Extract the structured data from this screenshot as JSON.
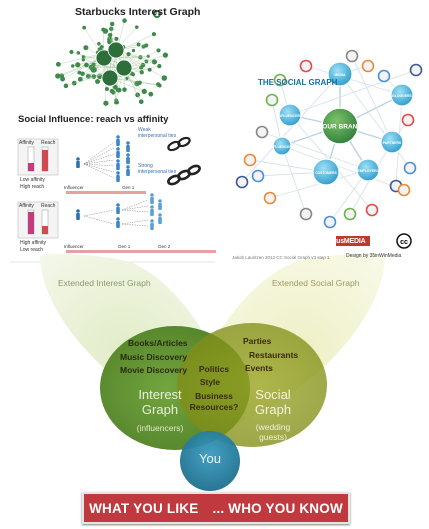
{
  "top_left": {
    "title": "Starbucks Interest Graph",
    "section2_title": "Social Influence: reach vs affinity",
    "labels": {
      "affinity": "Affinity",
      "reach": "Reach",
      "low_affinity": "Low affinity",
      "high_reach": "High reach",
      "high_affinity": "High affinity",
      "low_reach": "Low reach",
      "weak_ties": "Weak interpersonal ties",
      "strong_ties": "Strong interpersonal ties",
      "influencer": "Influencer",
      "gen1": "Gen 1",
      "gen2": "Gen 2"
    }
  },
  "top_right": {
    "title": "THE SOCIAL GRAPH",
    "center": "YOUR BRAND",
    "nodes": [
      "MEDIA",
      "BLOGGERS",
      "INFLUENCERS",
      "PARTNERS",
      "INFLUENCERS",
      "EMPLOYEES",
      "CUSTOMERS"
    ],
    "brand": "meritusMEDIA",
    "credit": "Design by 35inWinMedia",
    "caption": "Jakob Lauritzen 2012 CC Social Graph v3 step 1"
  },
  "venn": {
    "outer_left_label": "Extended Interest Graph",
    "outer_right_label": "Extended Social Graph",
    "left_items": [
      "Books/Articles",
      "Music Discovery",
      "Movie Discovery"
    ],
    "left_title": [
      "Interest",
      "Graph"
    ],
    "left_sub": "(influencers)",
    "right_items": [
      "Parties",
      "Restaurants",
      "Events"
    ],
    "right_title": [
      "Social",
      "Graph"
    ],
    "right_sub": [
      "(wedding",
      "guests)"
    ],
    "overlap_items": [
      "Politics",
      "Style",
      "Business",
      "Resources?"
    ],
    "center_label": "You"
  },
  "banner": {
    "left": "WHAT YOU LIKE",
    "right": "... WHO YOU KNOW"
  },
  "colors": {
    "green_dark": "#5a8a2b",
    "green_light": "#cfdfa6",
    "olive": "#8a9a1e",
    "yellow_green": "#a9b13a",
    "teal": "#2b86a6",
    "banner_red": "#c0393f"
  }
}
